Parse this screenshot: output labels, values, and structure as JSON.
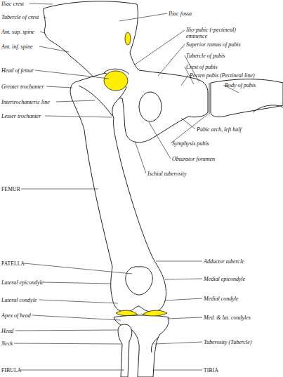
{
  "diagram": {
    "labels": [
      "Iliac crest",
      "Tubercle of crest",
      "Ant. sup. spine",
      "Ant. inf. spine",
      "Head of femur",
      "Greater trochanter",
      "Intertrochanteric line",
      "Lesser trochanter",
      "FEMUR",
      "PATELLA",
      "Lateral epicondyle",
      "Lateral condyle",
      "Apex of head",
      "Head",
      "Neck",
      "FIBULA",
      "Iliac fossa",
      "Ilio-pubic (-pectineal) eminence",
      "Superior ramus of pubis",
      "Tubercle of pubis",
      "Crest of pubis",
      "Pecten pubis (Pectineal line)",
      "Body of pubis",
      "Pubic arch, left half",
      "Symphysis pubis",
      "Obturator foramen",
      "Ischial tuberosity",
      "Adductor tubercle",
      "Medial epicondyle",
      "Medial condyle",
      "Med. & lat. condyles",
      "Tuberosity (Tubercle)",
      "TIBIA"
    ]
  }
}
